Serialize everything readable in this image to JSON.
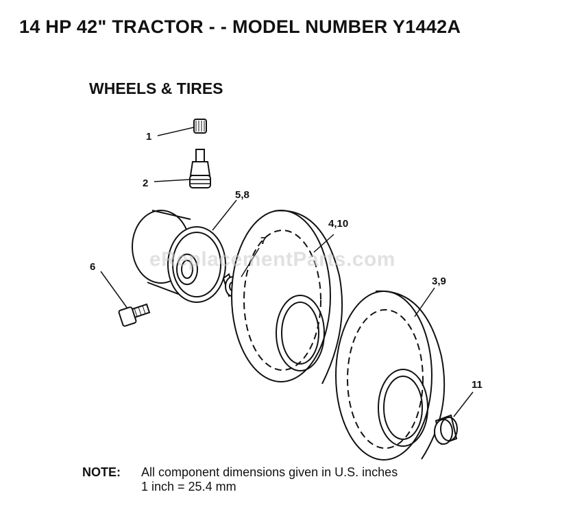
{
  "header": {
    "title": "14 HP 42\" TRACTOR - - MODEL NUMBER Y1442A",
    "subtitle": "WHEELS & TIRES"
  },
  "watermark": "eReplacementParts.com",
  "callouts": [
    "1",
    "2",
    "5,8",
    "7",
    "4,10",
    "6",
    "3,9",
    "11"
  ],
  "note": {
    "label": "NOTE:",
    "line1": "All component dimensions given in U.S. inches",
    "line2": "1 inch = 25.4 mm"
  }
}
